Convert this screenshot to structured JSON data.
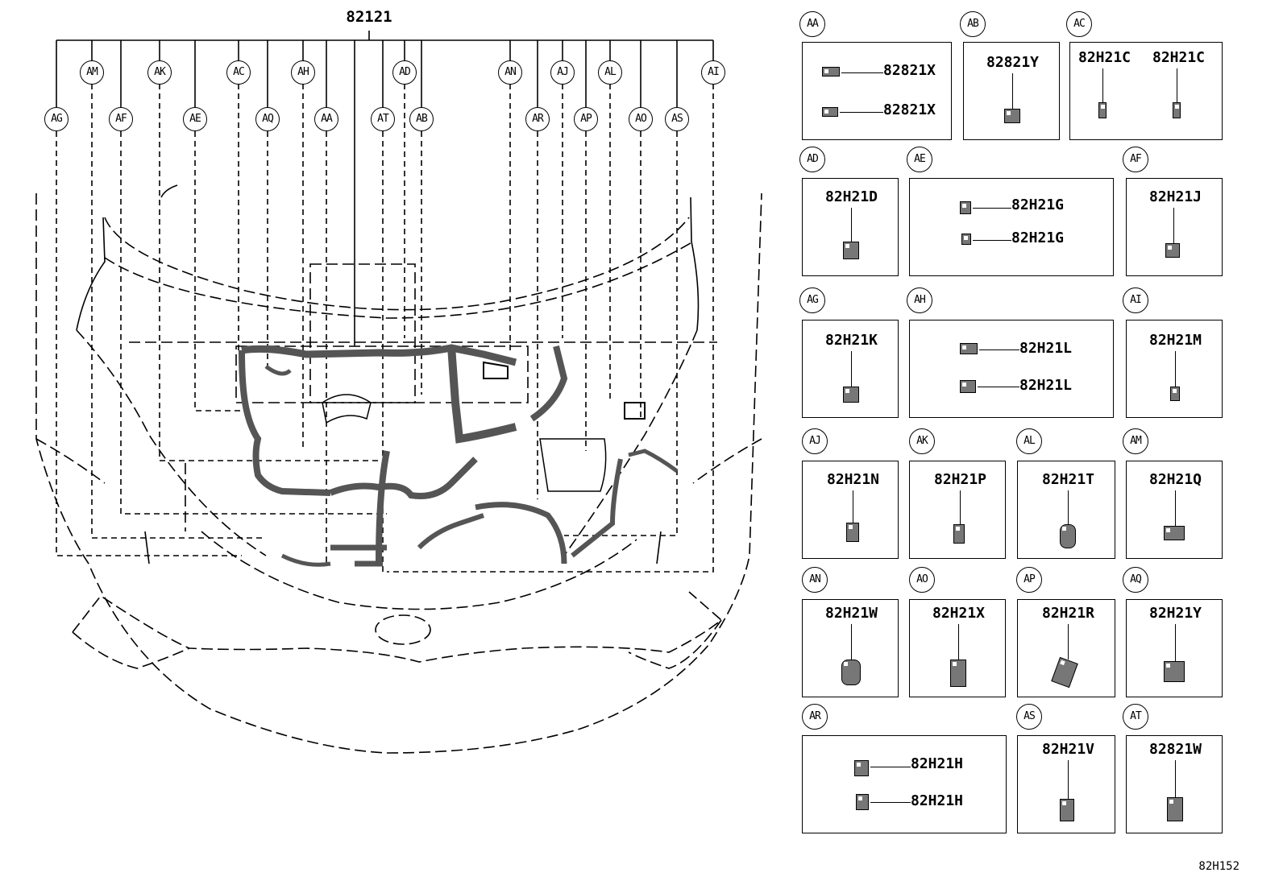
{
  "diagram": {
    "main_part": "82121",
    "figure_code": "82H152",
    "callouts": [
      "AA",
      "AB",
      "AC",
      "AD",
      "AE",
      "AF",
      "AG",
      "AH",
      "AI",
      "AJ",
      "AK",
      "AL",
      "AM",
      "AN",
      "AO",
      "AP",
      "AQ",
      "AR",
      "AS",
      "AT"
    ]
  },
  "panels": {
    "AA": {
      "tag": "AA",
      "parts": [
        "82821X",
        "82821X"
      ]
    },
    "AB": {
      "tag": "AB",
      "parts": [
        "82821Y"
      ]
    },
    "AC": {
      "tag": "AC",
      "parts": [
        "82H21C",
        "82H21C"
      ]
    },
    "AD": {
      "tag": "AD",
      "parts": [
        "82H21D"
      ]
    },
    "AE": {
      "tag": "AE",
      "parts": [
        "82H21G",
        "82H21G"
      ]
    },
    "AF": {
      "tag": "AF",
      "parts": [
        "82H21J"
      ]
    },
    "AG": {
      "tag": "AG",
      "parts": [
        "82H21K"
      ]
    },
    "AH": {
      "tag": "AH",
      "parts": [
        "82H21L",
        "82H21L"
      ]
    },
    "AI": {
      "tag": "AI",
      "parts": [
        "82H21M"
      ]
    },
    "AJ": {
      "tag": "AJ",
      "parts": [
        "82H21N"
      ]
    },
    "AK": {
      "tag": "AK",
      "parts": [
        "82H21P"
      ]
    },
    "AL": {
      "tag": "AL",
      "parts": [
        "82H21T"
      ]
    },
    "AM": {
      "tag": "AM",
      "parts": [
        "82H21Q"
      ]
    },
    "AN": {
      "tag": "AN",
      "parts": [
        "82H21W"
      ]
    },
    "AO": {
      "tag": "AO",
      "parts": [
        "82H21X"
      ]
    },
    "AP": {
      "tag": "AP",
      "parts": [
        "82H21R"
      ]
    },
    "AQ": {
      "tag": "AQ",
      "parts": [
        "82H21Y"
      ]
    },
    "AR": {
      "tag": "AR",
      "parts": [
        "82H21H",
        "82H21H"
      ]
    },
    "AS": {
      "tag": "AS",
      "parts": [
        "82H21V"
      ]
    },
    "AT": {
      "tag": "AT",
      "parts": [
        "82821W"
      ]
    }
  }
}
